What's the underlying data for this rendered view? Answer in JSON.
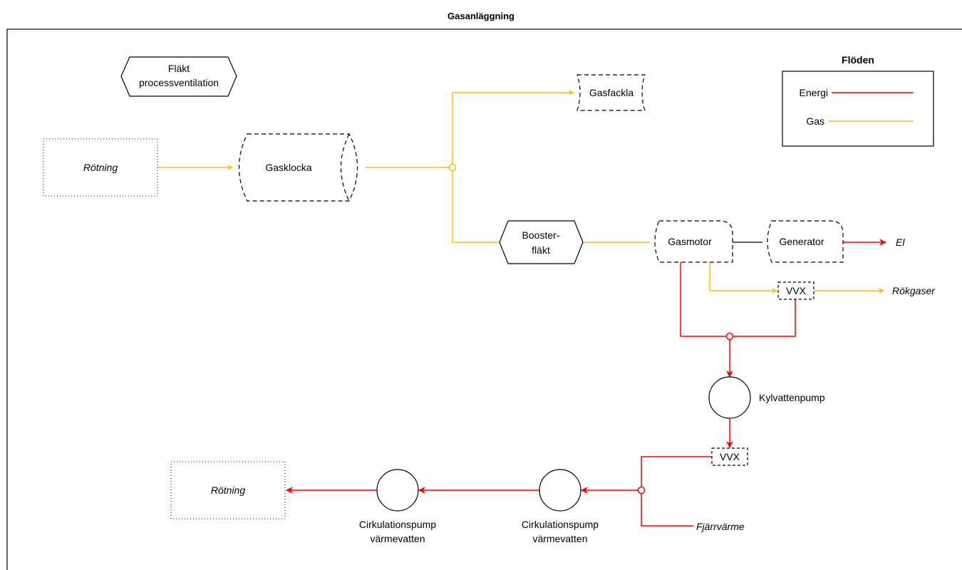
{
  "title": "Gasanläggning",
  "colors": {
    "energy": "#ff0000",
    "gas": "#ffbf00",
    "line": "#000000"
  },
  "legend": {
    "title": "Flöden",
    "items": [
      {
        "label": "Energi",
        "color": "#ff0000"
      },
      {
        "label": "Gas",
        "color": "#ffbf00"
      }
    ]
  },
  "nodes": {
    "flakt_process": [
      "Fläkt",
      "processventilation"
    ],
    "rotning_top": "Rötning",
    "gasklocka": "Gasklocka",
    "gasfackla": "Gasfackla",
    "booster": [
      "Booster-",
      "fläkt"
    ],
    "gasmotor": "Gasmotor",
    "generator": "Generator",
    "el": "El",
    "vvx_1": "VVX",
    "rokgaser": "Rökgaser",
    "kylvattenpump": "Kylvattenpump",
    "vvx_2": "VVX",
    "fjarrvarme": "Fjärrvärme",
    "cirk_pump_1": [
      "Cirkulationspump",
      "värmevatten"
    ],
    "cirk_pump_2": [
      "Cirkulationspump",
      "värmevatten"
    ],
    "rotning_bottom": "Rötning"
  }
}
